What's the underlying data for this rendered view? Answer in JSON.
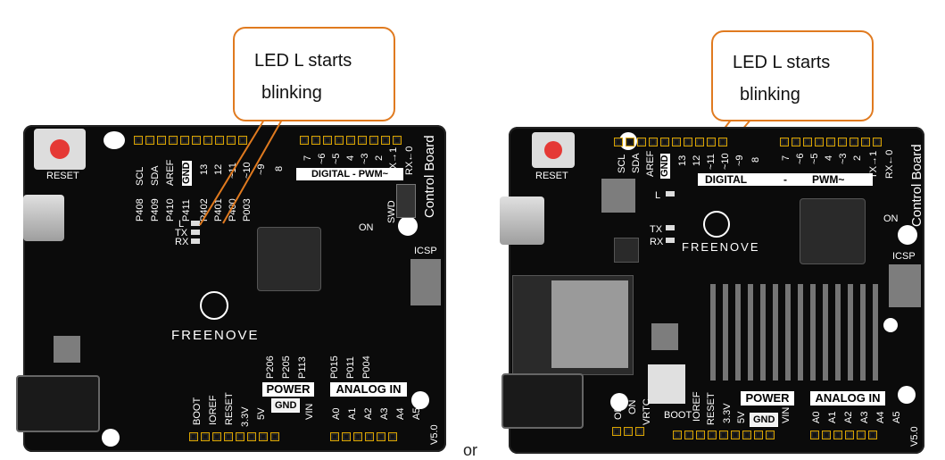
{
  "callout": {
    "line1": "LED L starts",
    "line2": "blinking"
  },
  "separator": "or",
  "board1": {
    "reset": "RESET",
    "top_left_labels": [
      "SCL",
      "SDA",
      "AREF"
    ],
    "gnd": "GND",
    "top_numbers": [
      "13",
      "12",
      "~11",
      "~10",
      "~9",
      "8"
    ],
    "top_numbers_right": [
      "7",
      "~6",
      "~5",
      "4",
      "~3",
      "2",
      "TX→1",
      "RX←0"
    ],
    "p_labels": [
      "P408",
      "P409",
      "P410",
      "P411",
      "P402",
      "P401",
      "P400",
      "P003"
    ],
    "led_labels": [
      "L",
      "TX",
      "RX"
    ],
    "digital": "DIGITAL - PWM~",
    "control_board": "Control Board",
    "swd": "SWD",
    "on": "ON",
    "icsp": "ICSP",
    "logo": "FREENOVE",
    "power": "POWER",
    "analog": "ANALOG IN",
    "power_gnd": "GND",
    "bottom_p_labels": [
      "P206",
      "P205",
      "P113"
    ],
    "bottom_analog_p_labels": [
      "P015",
      "P011",
      "P004"
    ],
    "power_pins": [
      "BOOT",
      "IOREF",
      "RESET",
      "3.3V",
      "5V",
      "",
      "",
      "VIN"
    ],
    "analog_pins": [
      "A0",
      "A1",
      "A2",
      "A3",
      "A4",
      "A5"
    ],
    "version": "V5.0"
  },
  "board2": {
    "reset": "RESET",
    "top_left_labels": [
      "SCL",
      "SDA",
      "AREF"
    ],
    "gnd": "GND",
    "top_numbers": [
      "13",
      "12",
      "~11",
      "~10",
      "~9",
      "8"
    ],
    "top_numbers_right": [
      "7",
      "~6",
      "~5",
      "4",
      "~3",
      "2",
      "TX→1",
      "RX←0"
    ],
    "led_labels": [
      "L",
      "TX",
      "RX"
    ],
    "digital": "DIGITAL",
    "dash": "-",
    "pwm": "PWM~",
    "control_board": "Control Board",
    "on": "ON",
    "icsp": "ICSP",
    "logo": "FREENOVE",
    "power": "POWER",
    "analog": "ANALOG IN",
    "power_gnd": "GND",
    "power_pins": [
      "BOOT",
      "IOREF",
      "RESET",
      "3.3V",
      "5V",
      "",
      "",
      "VIN"
    ],
    "analog_pins": [
      "A0",
      "A1",
      "A2",
      "A3",
      "A4",
      "A5"
    ],
    "switch_labels": [
      "OFF",
      "ON",
      "VRTC"
    ],
    "version": "V5.0"
  }
}
